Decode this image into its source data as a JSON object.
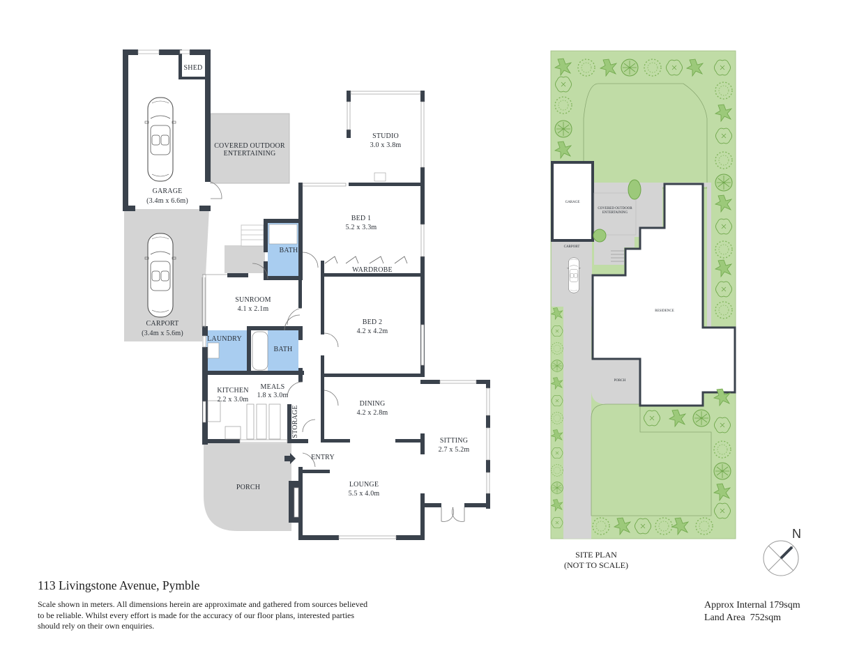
{
  "document": {
    "address": "113 Livingstone Avenue, Pymble",
    "disclaimer": "Scale shown in meters. All dimensions herein are approximate and gathered from sources believed to be reliable. Whilst every effort is made for the accuracy of our floor plans, interested parties should rely on their own enquiries.",
    "approx_internal": "Approx Internal 179sqm",
    "land_area": "Land Area  752sqm"
  },
  "floor_plan": {
    "rooms": [
      {
        "id": "shed",
        "name": "SHED",
        "dims": ""
      },
      {
        "id": "garage",
        "name": "GARAGE",
        "dims": "(3.4m x 6.6m)"
      },
      {
        "id": "covered-outdoor",
        "name": "COVERED OUTDOOR",
        "name2": "ENTERTAINING",
        "dims": ""
      },
      {
        "id": "carport",
        "name": "CARPORT",
        "dims": "(3.4m x 5.6m)"
      },
      {
        "id": "studio",
        "name": "STUDIO",
        "dims": "3.0 x 3.8m"
      },
      {
        "id": "bed1",
        "name": "BED 1",
        "dims": "5.2 x 3.3m"
      },
      {
        "id": "wardrobe",
        "name": "WARDROBE",
        "dims": ""
      },
      {
        "id": "bath-upper",
        "name": "BATH",
        "dims": ""
      },
      {
        "id": "sunroom",
        "name": "SUNROOM",
        "dims": "4.1 x 2.1m"
      },
      {
        "id": "laundry",
        "name": "LAUNDRY",
        "dims": ""
      },
      {
        "id": "bath-lower",
        "name": "BATH",
        "dims": ""
      },
      {
        "id": "bed2",
        "name": "BED 2",
        "dims": "4.2 x 4.2m"
      },
      {
        "id": "kitchen",
        "name": "KITCHEN",
        "dims": "2.2 x 3.0m"
      },
      {
        "id": "meals",
        "name": "MEALS",
        "dims": "1.8 x 3.0m"
      },
      {
        "id": "storage",
        "name": "STORAGE",
        "dims": ""
      },
      {
        "id": "dining",
        "name": "DINING",
        "dims": "4.2 x 2.8m"
      },
      {
        "id": "sitting",
        "name": "SITTING",
        "dims": "2.7 x 5.2m"
      },
      {
        "id": "entry",
        "name": "ENTRY",
        "dims": ""
      },
      {
        "id": "porch",
        "name": "PORCH",
        "dims": ""
      },
      {
        "id": "lounge",
        "name": "LOUNGE",
        "dims": "5.5 x 4.0m"
      }
    ]
  },
  "site_plan": {
    "caption_line1": "SITE PLAN",
    "caption_line2": "(NOT TO SCALE)",
    "labels": {
      "garage": "GARAGE",
      "covered1": "COVERED OUTDOOR",
      "covered2": "ENTERTAINING",
      "carport": "CARPORT",
      "residence": "RESIDENCE",
      "porch": "PORCH"
    },
    "north_label": "N"
  },
  "colors": {
    "wall": "#3a424c",
    "wet_area": "#a9cdf0",
    "outdoor_grey": "#d4d4d4",
    "lawn": "#c0dca6",
    "plant": "#7fb35a"
  }
}
